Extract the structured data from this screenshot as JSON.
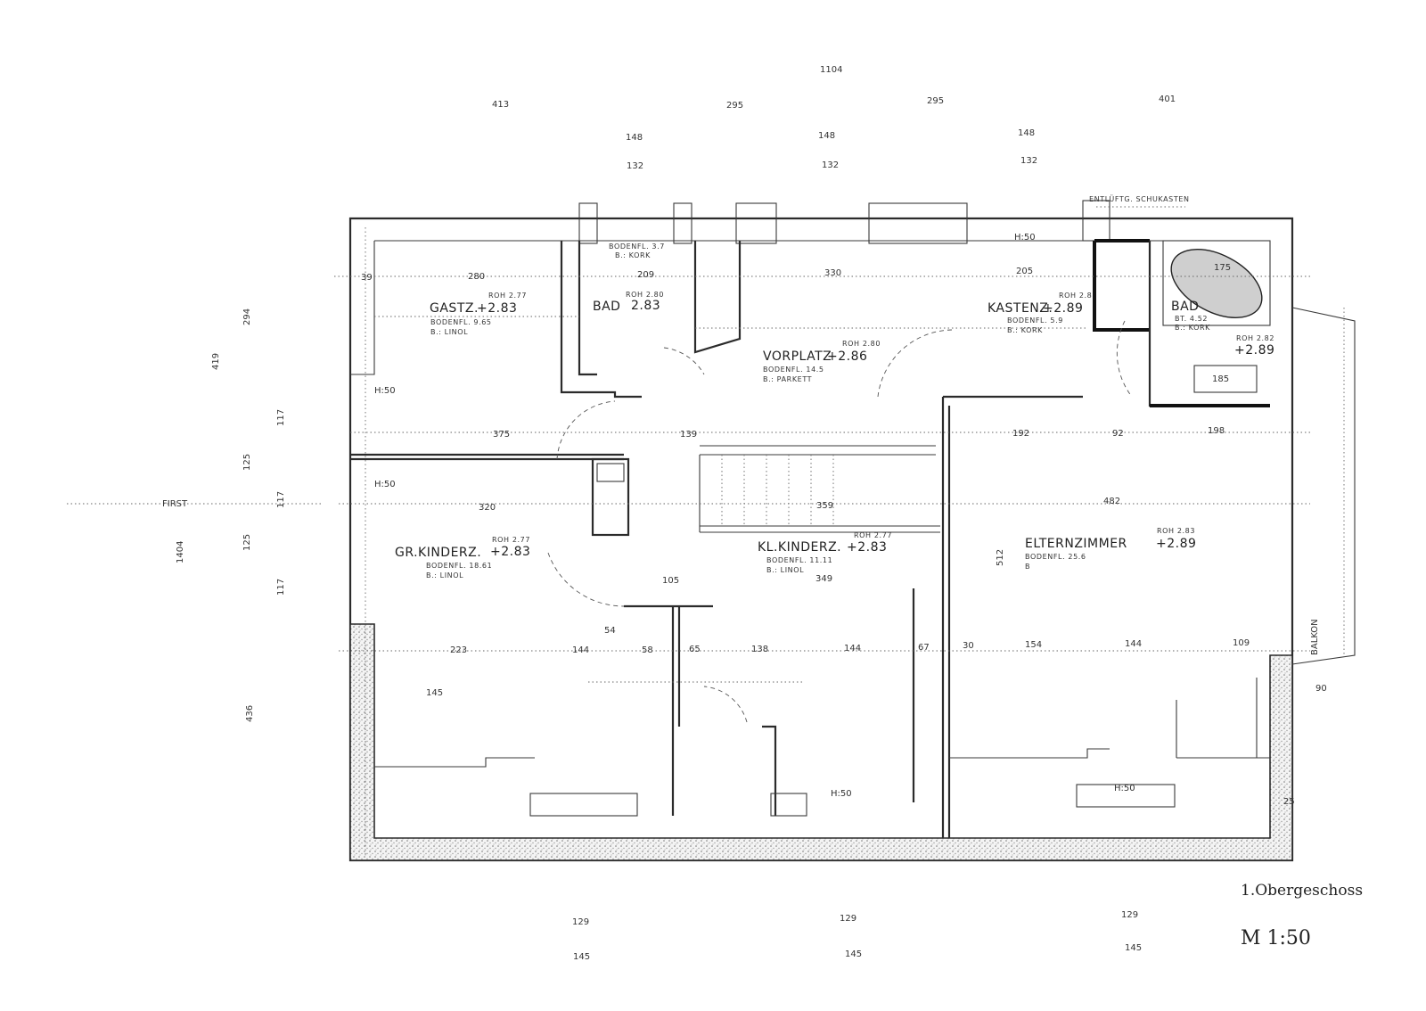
{
  "header": {
    "total_width": "1104",
    "top_dims": [
      "413",
      "295",
      "295",
      "401"
    ],
    "top_sub_dims": [
      "148",
      "148",
      "148",
      "132",
      "132",
      "132"
    ],
    "left_total": "1404",
    "left_dims": [
      "419",
      "294",
      "117",
      "125",
      "117",
      "125",
      "117",
      "436"
    ]
  },
  "labels": {
    "first": "FIRST",
    "balkon": "BALKON",
    "entluftung": "ENTLÜFTG. SCHUKASTEN"
  },
  "rooms": {
    "gastz": {
      "name": "GASTZ.",
      "height": "+2.83",
      "roh": "ROH 2.77",
      "bodenfl": "BODENFL. 9.65",
      "belag": "B.: LINOL"
    },
    "bad1": {
      "name": "BAD",
      "height": "2.83",
      "roh": "ROH 2.80",
      "bodenfl": "BODENFL. 3.7",
      "belag": "B.: KORK"
    },
    "vorplatz": {
      "name": "VORPLATZ",
      "height": "+2.86",
      "roh": "ROH 2.80",
      "bodenfl": "BODENFL. 14.5",
      "belag": "B.: PARKETT"
    },
    "kastenz": {
      "name": "KASTENZ.",
      "height": "+2.89",
      "roh": "ROH 2.8",
      "bodenfl": "BODENFL. 5.9",
      "belag": "B.: KORK"
    },
    "bad2": {
      "name": "BAD",
      "height": "+2.89",
      "roh": "ROH 2.82",
      "bodenfl": "BT. 4.52",
      "belag": "B.: KORK"
    },
    "grkinderz": {
      "name": "GR.KINDERZ.",
      "height": "+2.83",
      "roh": "ROH 2.77",
      "bodenfl": "BODENFL. 18.61",
      "belag": "B.: LINOL"
    },
    "klkinderz": {
      "name": "KL.KINDERZ.",
      "height": "+2.83",
      "roh": "ROH 2.77",
      "bodenfl": "BODENFL. 11.11",
      "belag": "B.: LINOL"
    },
    "elternzimmer": {
      "name": "ELTERNZIMMER",
      "height": "+2.89",
      "roh": "ROH 2.83",
      "bodenfl": "BODENFL. 25.6",
      "belag": "B"
    }
  },
  "dims": {
    "d280": "280",
    "d209": "209",
    "d330": "330",
    "d205": "205",
    "d375": "375",
    "d139": "139",
    "d192": "192",
    "d92": "92",
    "d198": "198",
    "d320": "320",
    "d359": "359",
    "d482": "482",
    "d105": "105",
    "d349": "349",
    "d54": "54",
    "d223": "223",
    "d144a": "144",
    "d58": "58",
    "d65": "65",
    "d138": "138",
    "d144b": "144",
    "d67": "67",
    "d30": "30",
    "d154": "154",
    "d144c": "144",
    "d109": "109",
    "d90": "90",
    "d145": "145",
    "d175": "175",
    "d185": "185",
    "h150": "H:50",
    "d39": "39",
    "d25": "25",
    "d512": "512"
  },
  "bottom": {
    "dims_129": [
      "129",
      "129",
      "129"
    ],
    "dims_145": [
      "145",
      "145",
      "145"
    ]
  },
  "footer": {
    "floor": "1.Obergeschoss",
    "scale": "M 1:50"
  }
}
